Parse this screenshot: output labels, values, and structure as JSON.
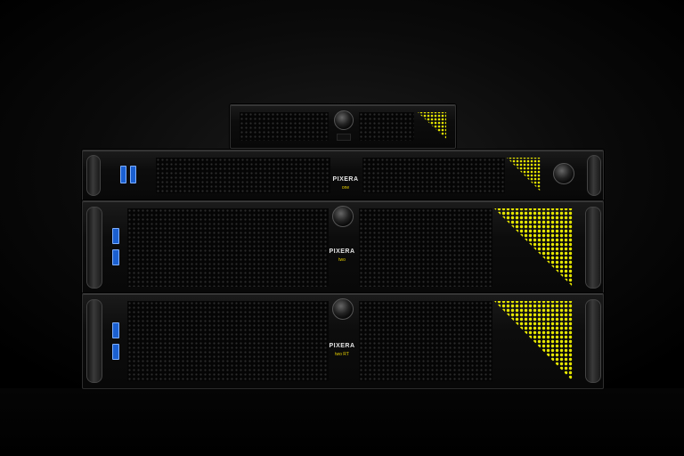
{
  "scene": {
    "background_color": "#000000",
    "accent_color": "#e6e600",
    "usb_color": "#1a5fd0"
  },
  "units": [
    {
      "name": "mini",
      "logo_brand": "",
      "logo_model": ""
    },
    {
      "name": "one",
      "logo_brand": "PIXERA",
      "logo_model": "one"
    },
    {
      "name": "two",
      "logo_brand": "PIXERA",
      "logo_model": "two"
    },
    {
      "name": "two-rt",
      "logo_brand": "PIXERA",
      "logo_model": "two RT"
    }
  ]
}
